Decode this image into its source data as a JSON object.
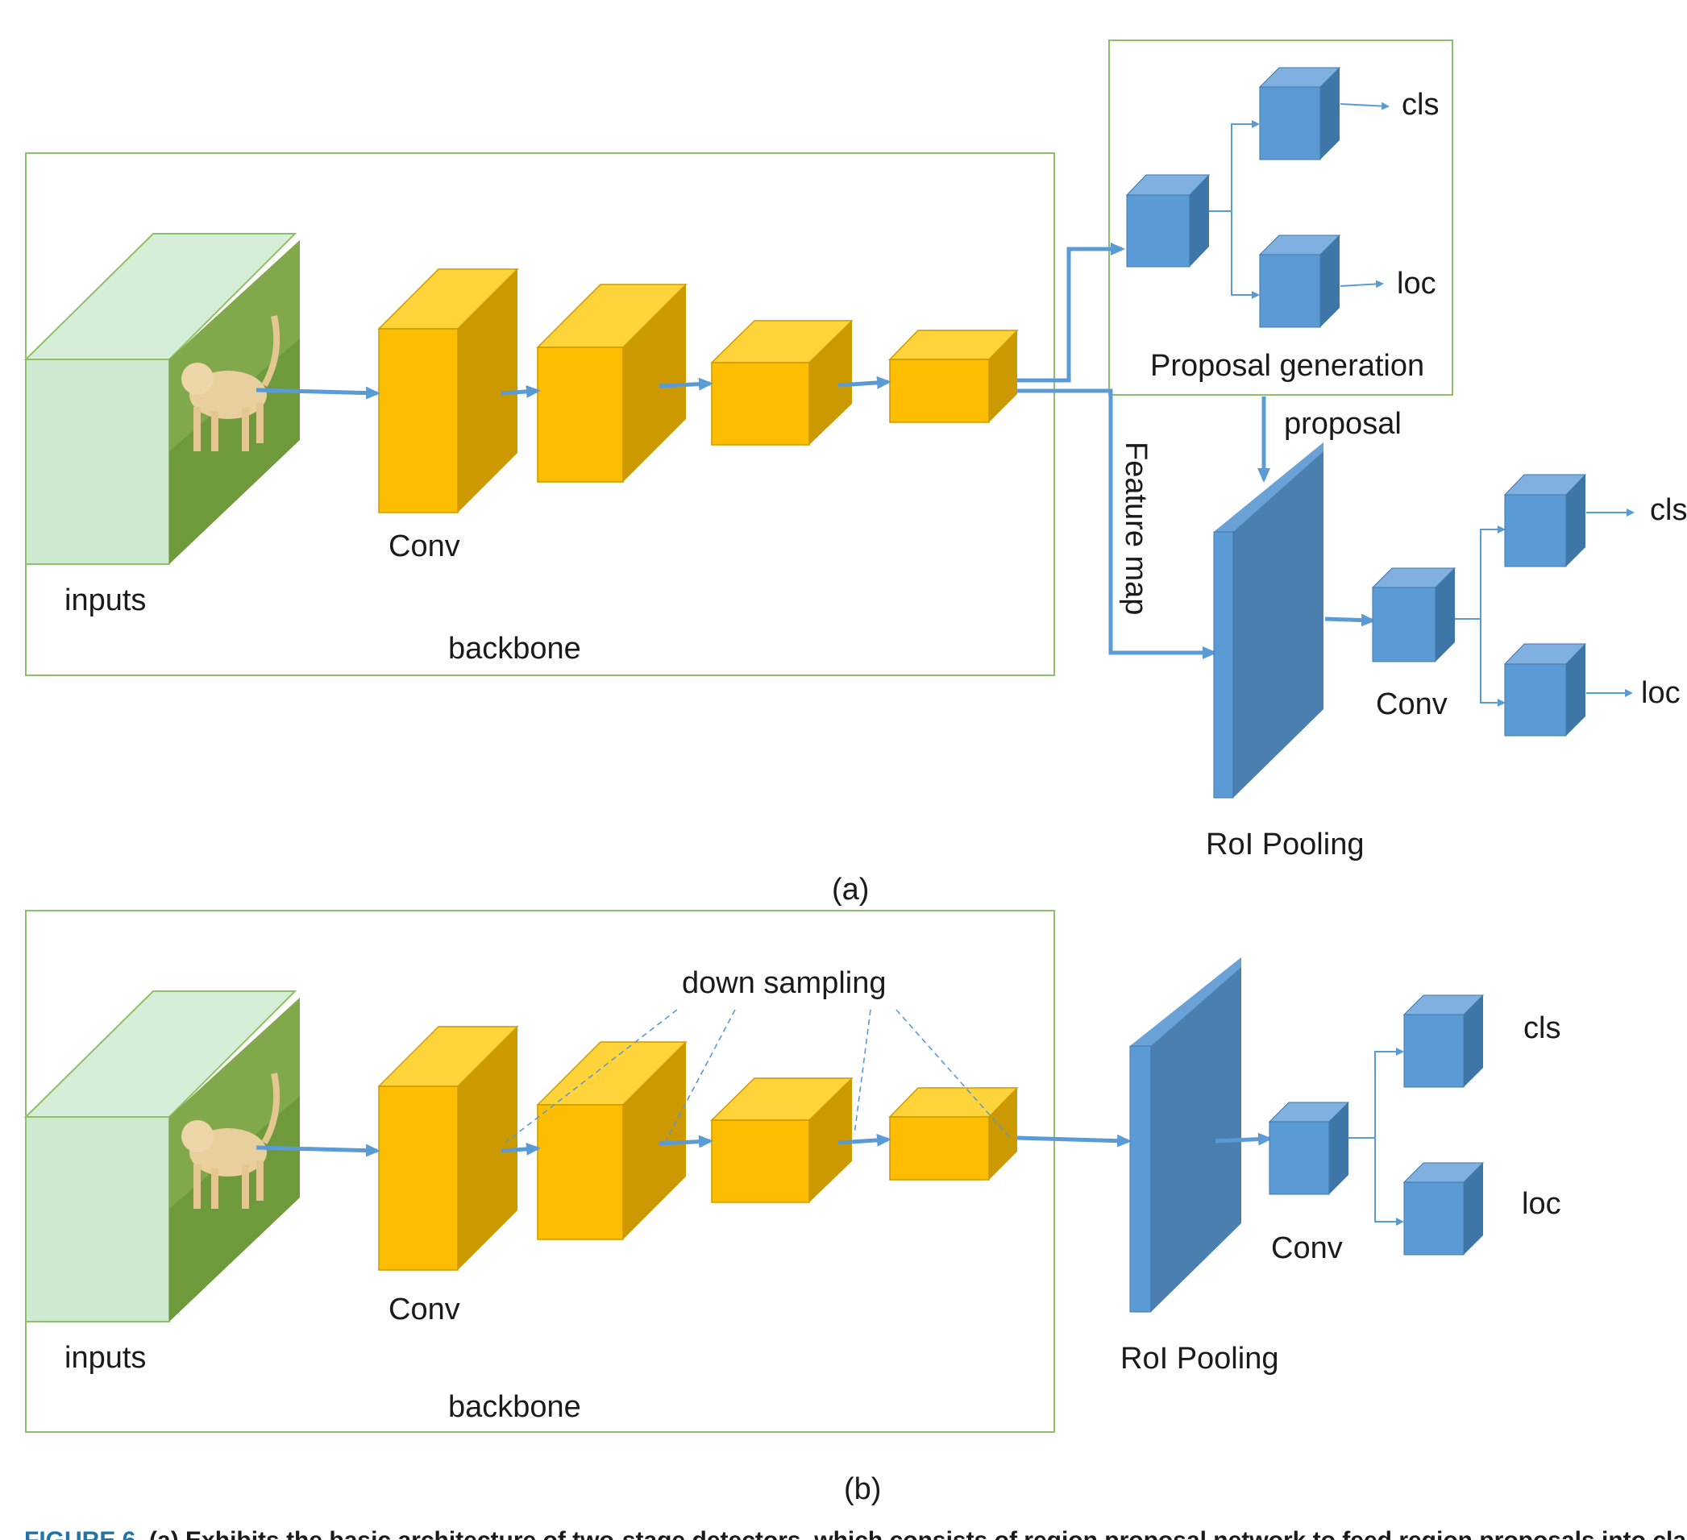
{
  "colors": {
    "yellow_front": "#fdbd00",
    "yellow_top": "#ffd33a",
    "yellow_side": "#cc9a00",
    "blue_front": "#5b9bd5",
    "blue_top": "#7fb0e0",
    "blue_side": "#3f76a8",
    "green_frame": "#8fbf6a",
    "input_green": "#cfe8d0",
    "caption_fig": "#1f74a8"
  },
  "panel_a": {
    "inputs_label": "inputs",
    "conv_label": "Conv",
    "backbone_label": "backbone",
    "proposal_generation_label": "Proposal generation",
    "cls_label_rpn": "cls",
    "loc_label_rpn": "loc",
    "proposal_label": "proposal",
    "feature_map_label": "Feature map",
    "roi_pooling_label": "RoI Pooling",
    "head_conv_label": "Conv",
    "cls_label": "cls",
    "loc_label": "loc",
    "panel_label": "(a)"
  },
  "panel_b": {
    "inputs_label": "inputs",
    "conv_label": "Conv",
    "backbone_label": "backbone",
    "down_sampling_label": "down sampling",
    "roi_pooling_label": "RoI Pooling",
    "head_conv_label": "Conv",
    "cls_label": "cls",
    "loc_label": "loc",
    "panel_label": "(b)"
  },
  "caption": {
    "figure": "FIGURE 6.",
    "text": "(a) Exhibits the basic architecture of two-stage detectors, which consists of region proposal network to feed region proposals into classifier and regressor."
  },
  "icons": {
    "input_image": "dog-photo-icon"
  }
}
